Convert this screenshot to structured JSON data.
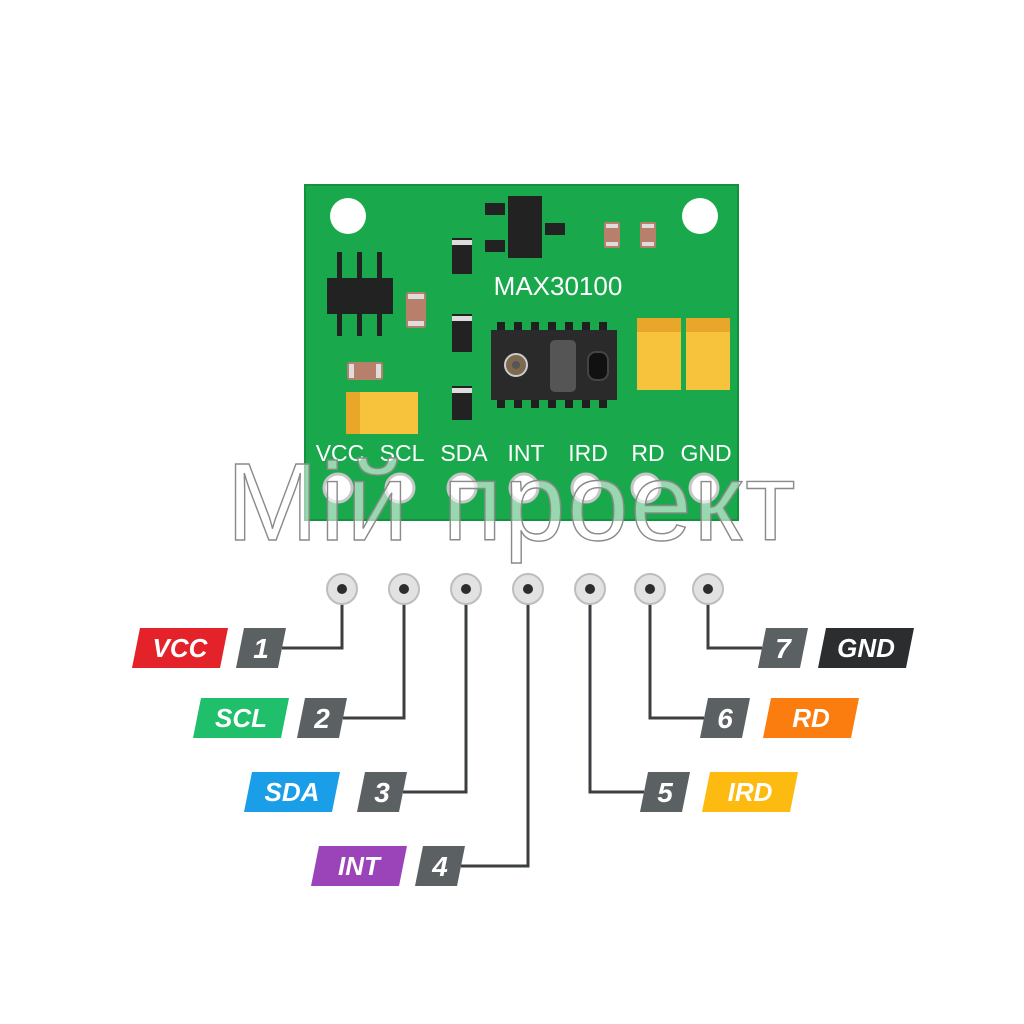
{
  "chip_label": "MAX30100",
  "board_pins": [
    "VCC",
    "SCL",
    "SDA",
    "INT",
    "IRD",
    "RD",
    "GND"
  ],
  "pin_legend": [
    {
      "number": "1",
      "name": "VCC",
      "color": "#e32229"
    },
    {
      "number": "2",
      "name": "SCL",
      "color": "#1fbf6b"
    },
    {
      "number": "3",
      "name": "SDA",
      "color": "#1b9ee8"
    },
    {
      "number": "4",
      "name": "INT",
      "color": "#9b43b8"
    },
    {
      "number": "5",
      "name": "IRD",
      "color": "#fdbb11"
    },
    {
      "number": "6",
      "name": "RD",
      "color": "#fb7d0f"
    },
    {
      "number": "7",
      "name": "GND",
      "color": "#2b2d2f"
    }
  ],
  "watermark": "Мій проект",
  "colors": {
    "pcb": "#1aa84d",
    "pcb_edge": "#14913f",
    "number_tag": "#5b6062",
    "wire": "#3c3f41",
    "smd_black": "#222222",
    "tantalum": "#f7c23c",
    "resistor": "#b8806a"
  }
}
